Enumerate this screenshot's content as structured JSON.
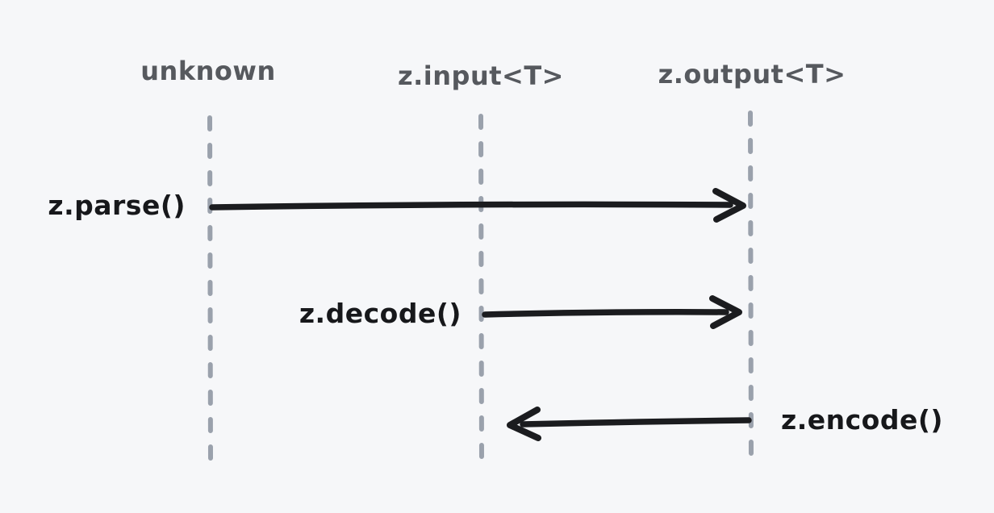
{
  "diagram": {
    "type": "sequence-diagram",
    "colors": {
      "background": "#f6f7f9",
      "lifeline": "#9aa1ac",
      "arrow": "#1b1c1f",
      "header-text": "#56595e",
      "label-text": "#17181b"
    },
    "lifelines": [
      {
        "label": "unknown"
      },
      {
        "label": "z.input<T>"
      },
      {
        "label": "z.output<T>"
      }
    ],
    "messages": [
      {
        "label": "z.parse()",
        "from": "unknown",
        "to": "z.output<T>",
        "direction": "right"
      },
      {
        "label": "z.decode()",
        "from": "z.input<T>",
        "to": "z.output<T>",
        "direction": "right"
      },
      {
        "label": "z.encode()",
        "from": "z.output<T>",
        "to": "z.input<T>",
        "direction": "left"
      }
    ]
  }
}
